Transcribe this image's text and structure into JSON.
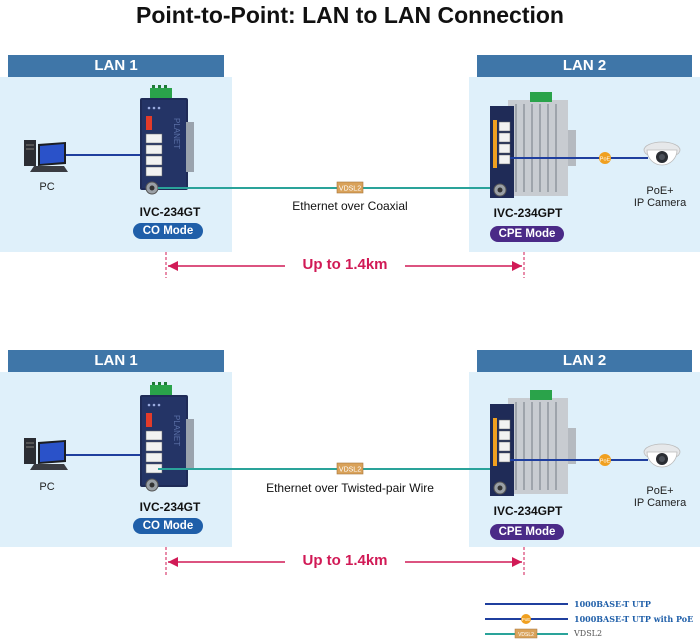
{
  "title": "Point-to-Point: LAN to LAN Connection",
  "scenarios": [
    {
      "lan_left": "LAN 1",
      "lan_right": "LAN 2",
      "pc_label": "PC",
      "device_left": "IVC-234GT",
      "mode_left": "CO Mode",
      "device_right": "IVC-234GPT",
      "mode_right": "CPE Mode",
      "connection": "Ethernet over Coaxial",
      "tag": "VDSL2",
      "poe_tag": "PoE",
      "camera_label_1": "PoE+",
      "camera_label_2": "IP Camera",
      "distance": "Up to 1.4km"
    },
    {
      "lan_left": "LAN 1",
      "lan_right": "LAN 2",
      "pc_label": "PC",
      "device_left": "IVC-234GT",
      "mode_left": "CO Mode",
      "device_right": "IVC-234GPT",
      "mode_right": "CPE Mode",
      "connection": "Ethernet over Twisted-pair Wire",
      "tag": "VDSL2",
      "poe_tag": "PoE",
      "camera_label_1": "PoE+",
      "camera_label_2": "IP Camera",
      "distance": "Up to 1.4km"
    }
  ],
  "legend": {
    "utp": "1000BASE-T UTP",
    "utp_poe": "1000BASE-T UTP with PoE",
    "vdsl": "VDSL2",
    "poe_tag": "PoE",
    "vdsl_tag": "VDSL2"
  },
  "colors": {
    "panel": "#dff0fa",
    "header": "#3f76a8",
    "utp": "#1f3f9e",
    "vdsl": "#2aa39a",
    "distance": "#d11a56",
    "co_mode": "#1f5fa9",
    "cpe_mode": "#4a2a87"
  }
}
